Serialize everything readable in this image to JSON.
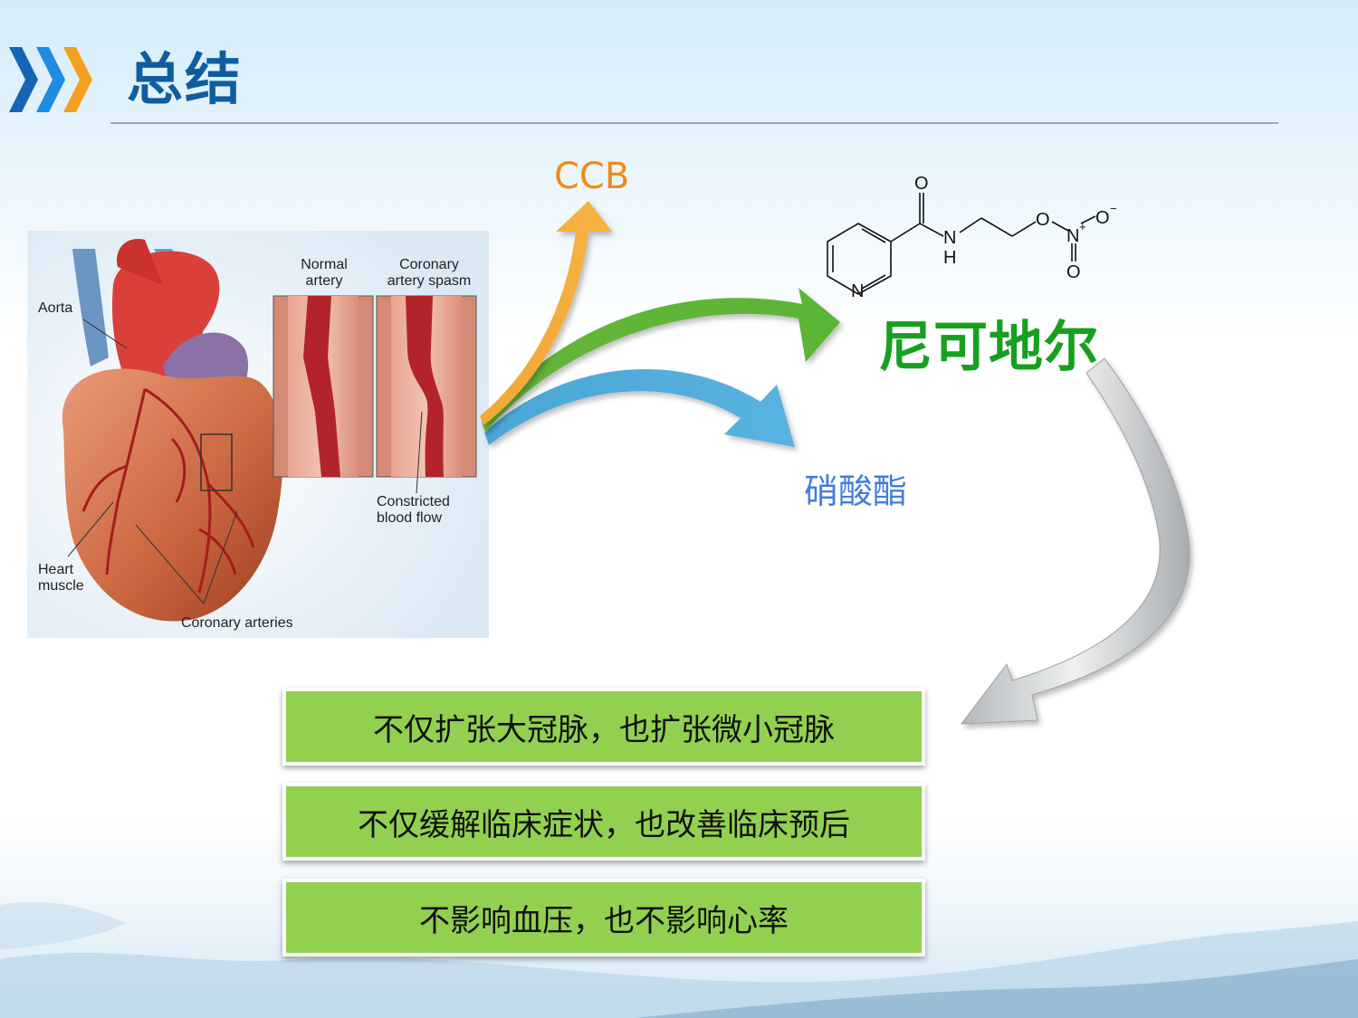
{
  "slide": {
    "title": "总结",
    "figure": {
      "labels": {
        "aorta": "Aorta",
        "normal_artery": "Normal\nartery",
        "coronary_spasm": "Coronary\nartery spasm",
        "constricted": "Constricted\nblood flow",
        "heart_muscle": "Heart\nmuscle",
        "coronary_arteries": "Coronary arteries"
      }
    },
    "arrow_targets": {
      "ccb": "CCB",
      "nitrate": "硝酸酯"
    },
    "molecule": {
      "atoms": {
        "o_top": "O",
        "n_amide": "N",
        "h_amide": "H",
        "o_ester": "O",
        "n_nitro": "N",
        "plus": "+",
        "o_right": "O",
        "minus": "−",
        "o_bottom": "O",
        "n_ring": "N"
      }
    },
    "drug_name": "尼可地尔",
    "points": [
      "不仅扩张大冠脉，也扩张微小冠脉",
      "不仅缓解临床症状，也改善临床预后",
      "不影响血压，也不影响心率"
    ],
    "colors": {
      "title": "#0f5d9f",
      "ccb": "#f28a1a",
      "nitrate": "#3f7ee0",
      "nicorandil": "#17a020",
      "box_fill": "#92d050"
    },
    "icons": [
      "chevrons-icon",
      "orange-arrow-icon",
      "green-arrow-icon",
      "blue-arrow-icon",
      "gray-curved-arrow-icon"
    ]
  }
}
